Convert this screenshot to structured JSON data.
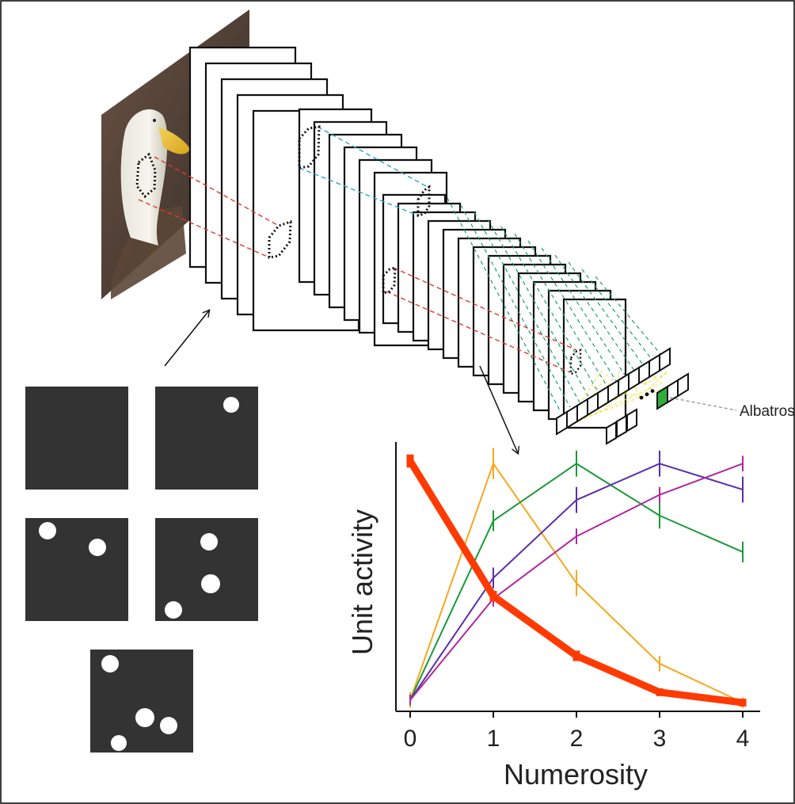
{
  "network": {
    "output_label": "Albatross",
    "colors": {
      "receptive_field_red": "#e23a2c",
      "receptive_field_blue": "#2aa6cf",
      "fully_connected_green": "#1e9e7a",
      "softmax_yellow": "#f2de2a",
      "selected_unit": "#2fae3a"
    }
  },
  "stimuli": {
    "background": "#333333",
    "dot_color": "#ffffff",
    "numerosities": [
      0,
      1,
      2,
      3,
      4
    ]
  },
  "chart_data": {
    "type": "line",
    "xlabel": "Numerosity",
    "ylabel": "Unit activity",
    "x": [
      0,
      1,
      2,
      3,
      4
    ],
    "xlim": [
      -0.2,
      4.2
    ],
    "ylim": [
      0,
      1.05
    ],
    "grid": false,
    "series": [
      {
        "color": "#ff3a00",
        "width": 9,
        "values": [
          0.95,
          0.43,
          0.2,
          0.06,
          0.02
        ],
        "err": [
          0.025,
          0.02,
          0.02,
          0.015,
          0.015
        ]
      },
      {
        "color": "#f5a81d",
        "width": 2,
        "values": [
          0.03,
          0.94,
          0.48,
          0.17,
          0.02
        ],
        "err": [
          0.03,
          0.06,
          0.05,
          0.03,
          0.02
        ]
      },
      {
        "color": "#1a9a3a",
        "width": 2,
        "values": [
          0.03,
          0.72,
          0.94,
          0.74,
          0.6
        ],
        "err": [
          0.02,
          0.04,
          0.05,
          0.05,
          0.04
        ]
      },
      {
        "color": "#5a2fa8",
        "width": 2,
        "values": [
          0.03,
          0.5,
          0.8,
          0.94,
          0.84
        ],
        "err": [
          0.02,
          0.04,
          0.05,
          0.05,
          0.05
        ]
      },
      {
        "color": "#b0289e",
        "width": 2,
        "values": [
          0.03,
          0.42,
          0.66,
          0.82,
          0.94
        ],
        "err": [
          0.02,
          0.03,
          0.03,
          0.03,
          0.03
        ]
      }
    ]
  }
}
